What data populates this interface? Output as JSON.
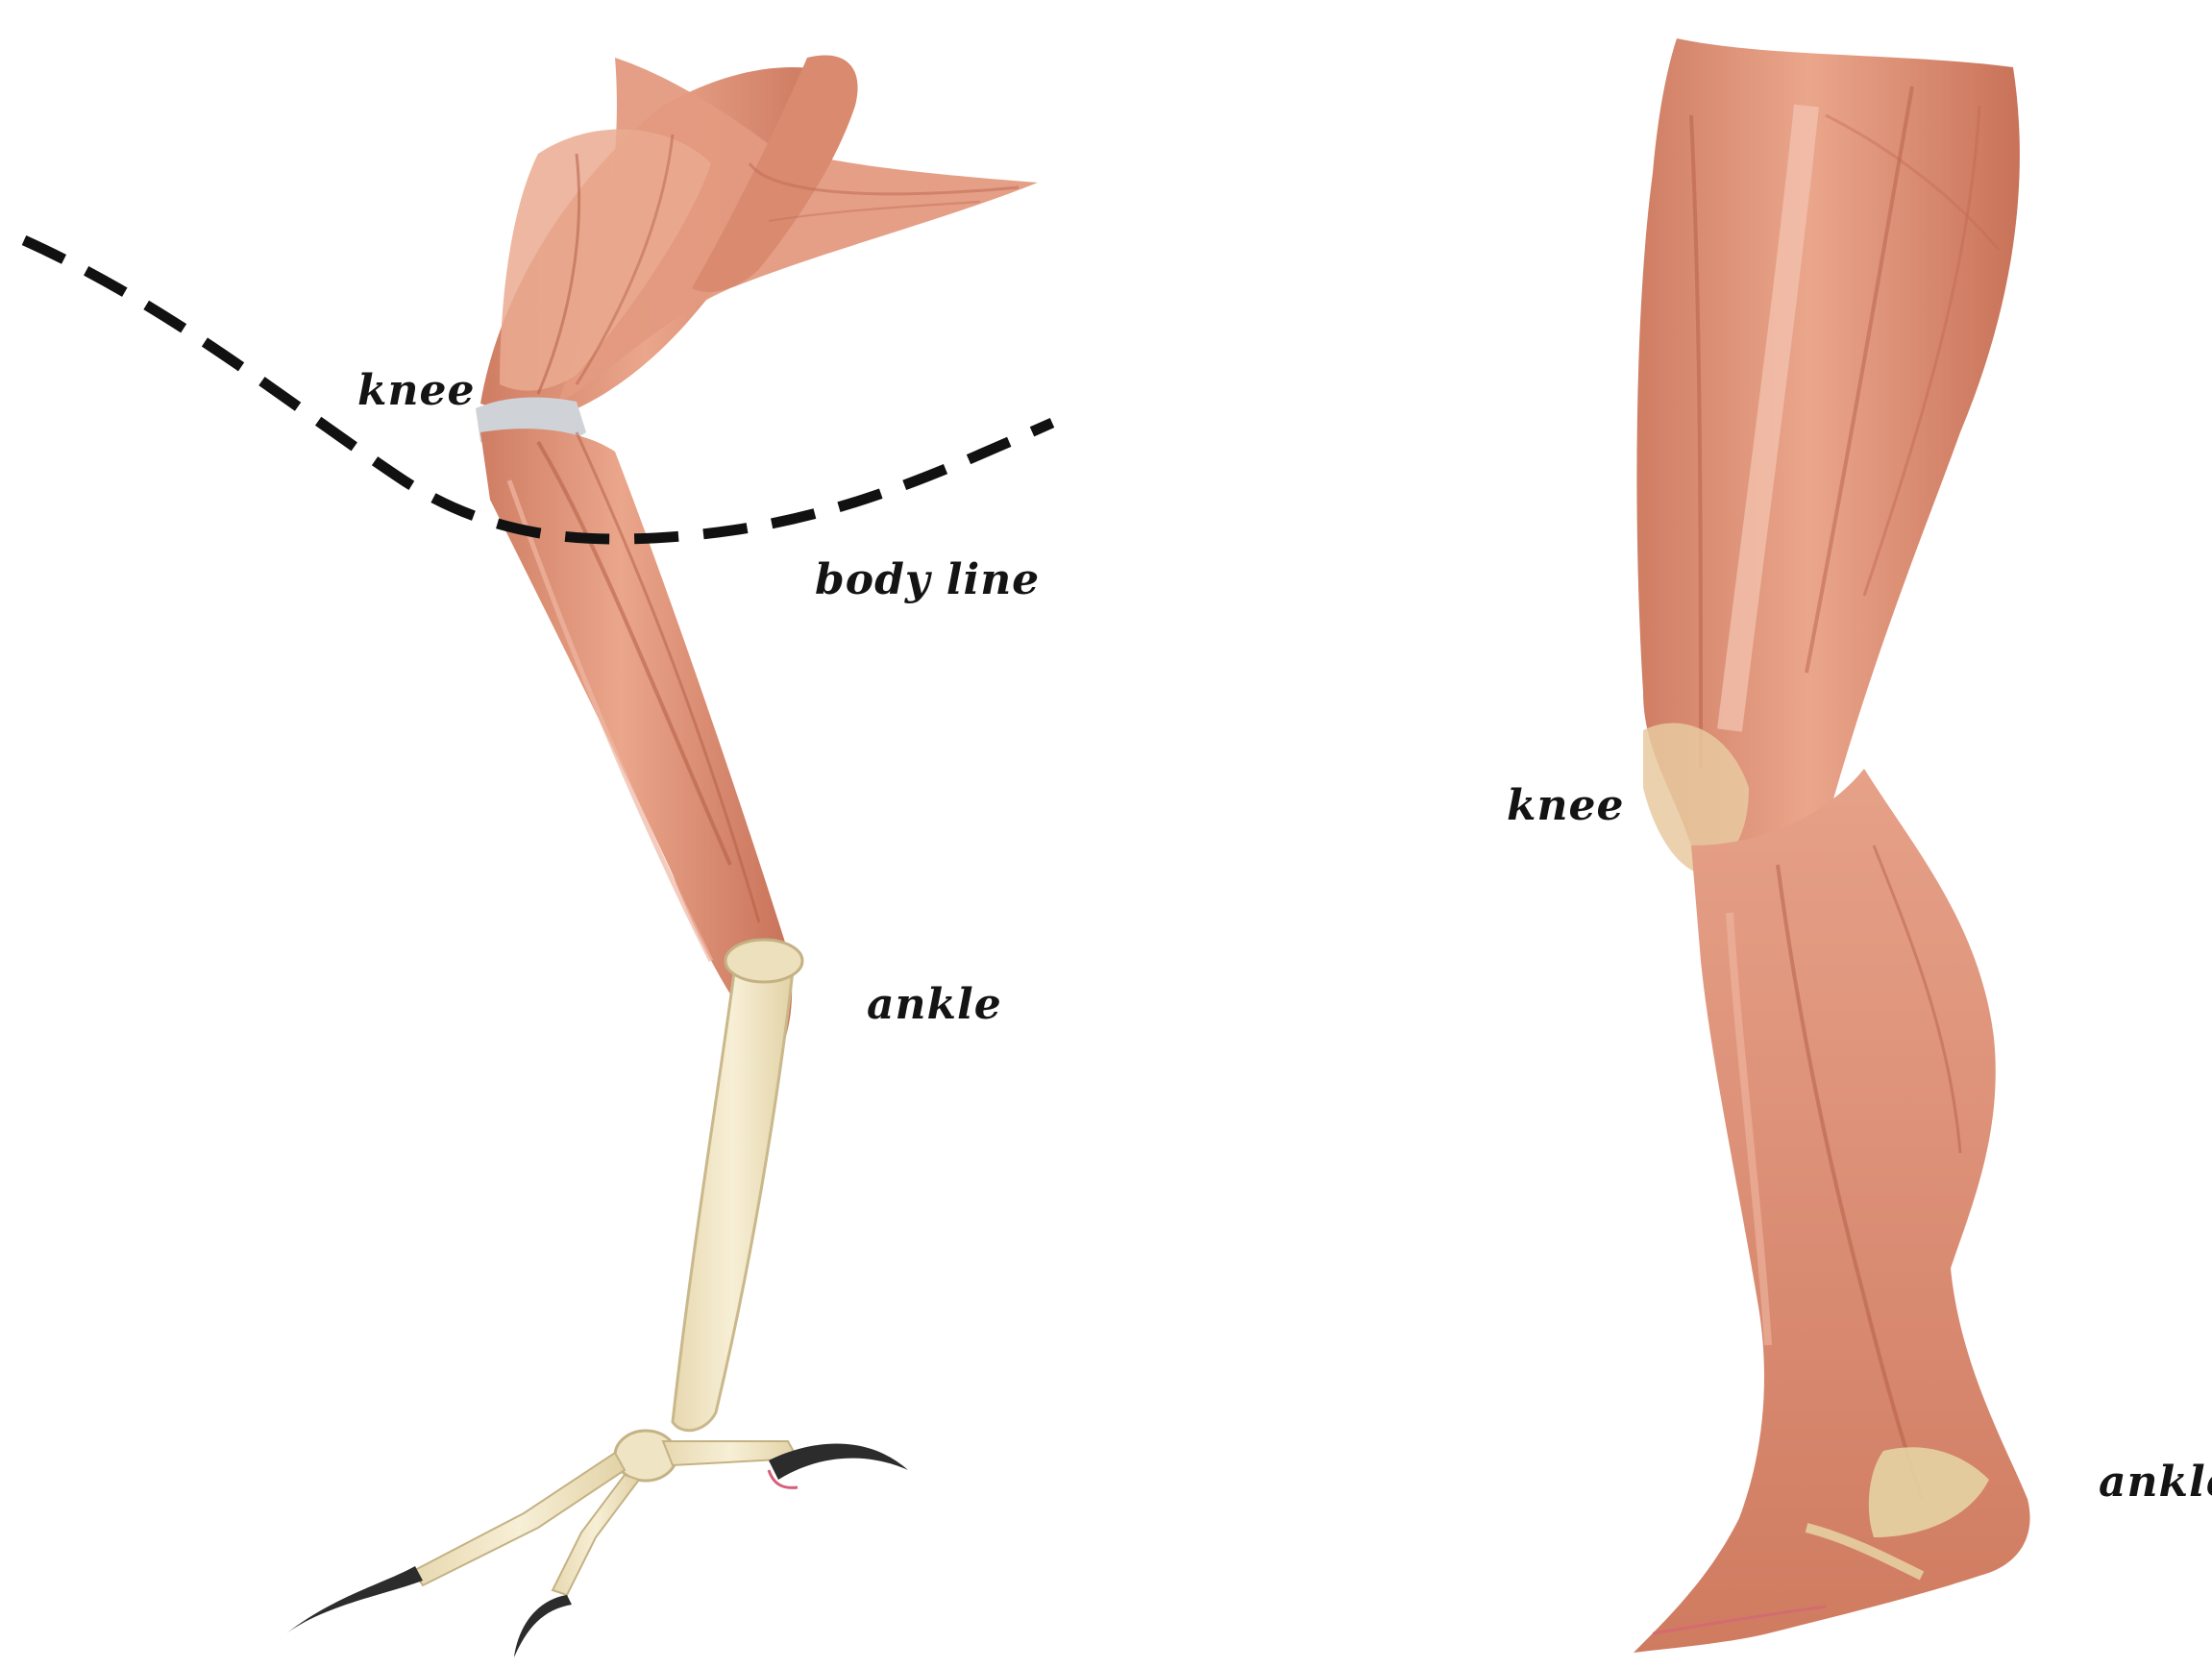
{
  "bird_leg": {
    "knee_label": "knee",
    "body_line_label": "body line",
    "ankle_label": "ankle"
  },
  "human_leg": {
    "knee_label": "knee",
    "ankle_label": "ankle"
  },
  "colors": {
    "muscle": "#e0967a",
    "muscle_dark": "#c8735c",
    "muscle_light": "#f2c2ad",
    "bone": "#efe3c0",
    "tendon": "#c9c9c9",
    "claw": "#2c2c2c",
    "body_line": "#111111",
    "label": "#141414"
  }
}
